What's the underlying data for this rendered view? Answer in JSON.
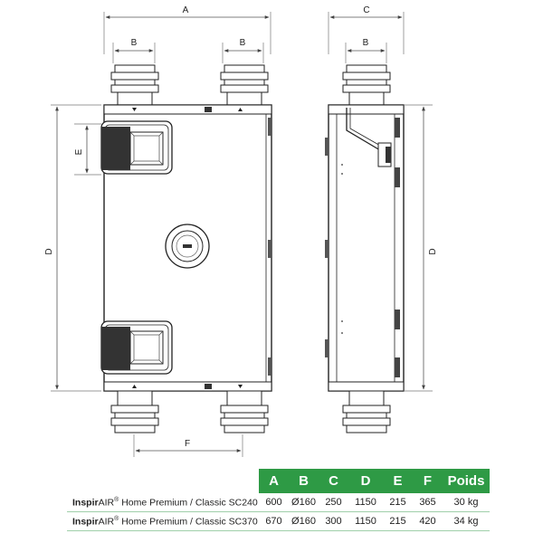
{
  "dimension_labels": {
    "front_width": "A",
    "front_top_left_duct": "B",
    "front_top_right_duct": "B",
    "side_width": "C",
    "side_duct": "B",
    "front_height": "D",
    "side_height": "D",
    "front_port_height": "E",
    "bottom_spacing": "F"
  },
  "table": {
    "headers": [
      "A",
      "B",
      "C",
      "D",
      "E",
      "F",
      "Poids"
    ],
    "rows": [
      {
        "brand": "Inspir",
        "brand_suffix": "AIR",
        "reg": "®",
        "model": " Home Premium / Classic SC240",
        "values": [
          "600",
          "Ø160",
          "250",
          "1150",
          "215",
          "365",
          "30 kg"
        ]
      },
      {
        "brand": "Inspir",
        "brand_suffix": "AIR",
        "reg": "®",
        "model": " Home Premium / Classic SC370",
        "values": [
          "670",
          "Ø160",
          "300",
          "1150",
          "215",
          "420",
          "34 kg"
        ]
      }
    ]
  },
  "colors": {
    "table_header": "#2e9a45",
    "line": "#222222",
    "dimension_line": "#555555"
  }
}
